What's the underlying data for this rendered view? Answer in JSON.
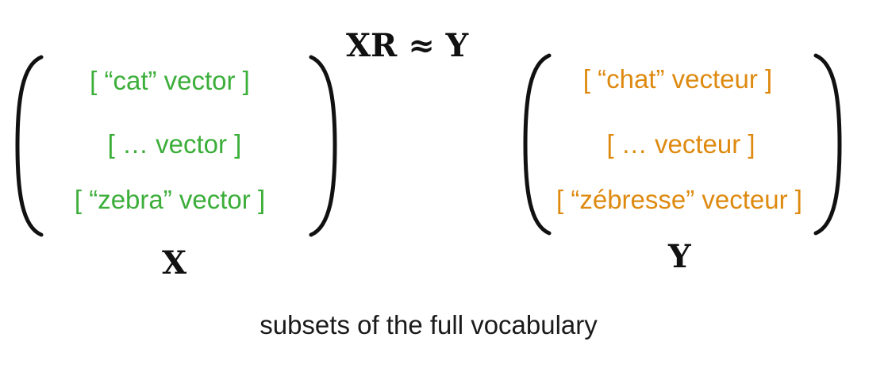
{
  "equation": {
    "text": "XR ≈ Y"
  },
  "matrix_x": {
    "label": "X",
    "rows": [
      "[ “cat” vector ]",
      "[ … vector ]",
      "[ “zebra” vector ]"
    ],
    "color": "#3cae3a"
  },
  "matrix_y": {
    "label": "Y",
    "rows": [
      "[ “chat” vecteur ]",
      "[ … vecteur ]",
      "[ “zébresse” vecteur ]"
    ],
    "color": "#de8a10"
  },
  "caption": "subsets of the full vocabulary"
}
